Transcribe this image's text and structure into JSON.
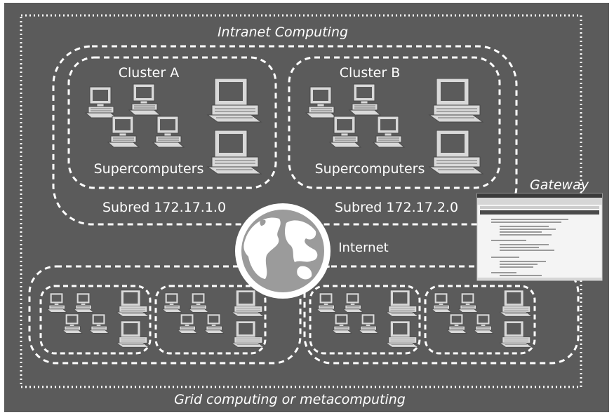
{
  "diagram": {
    "title_intranet": "Intranet Computing",
    "title_grid": "Grid computing or metacomputing",
    "cluster_a": {
      "name": "Cluster A",
      "sublabel": "Supercomputers",
      "subnet": "Subred 172.17.1.0"
    },
    "cluster_b": {
      "name": "Cluster B",
      "sublabel": "Supercomputers",
      "subnet": "Subred 172.17.2.0"
    },
    "internet_label": "Internet",
    "gateway_label": "Gateway"
  },
  "colors": {
    "background": "#5b5b5b",
    "outer_frame": "#ffffff",
    "text": "#ffffff",
    "computer_light": "#d9d9d9",
    "computer_dark": "#5b5b5b",
    "globe_sea": "#9b9b9b",
    "globe_land": "#ffffff"
  },
  "icons": [
    "workstation-icon",
    "server-tower-icon",
    "globe-icon",
    "browser-window-icon"
  ]
}
